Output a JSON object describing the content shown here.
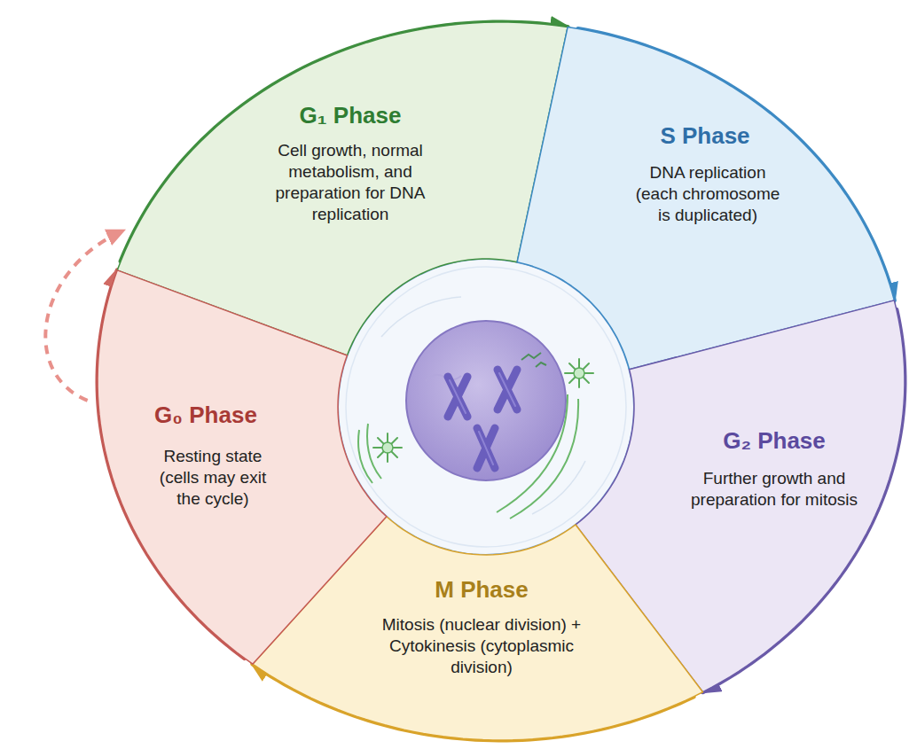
{
  "diagram": {
    "nodes": [
      {
        "text": [
          "G₁ Phase",
          "Cell growth, normal metabolism, and preparation for DNA replication"
        ]
      },
      {
        "text": [
          "S Phase",
          "DNA replication (each chromosome is duplicated)"
        ]
      },
      {
        "text": [
          "G₂ Phase",
          "Further growth and preparation for mitosis"
        ]
      },
      {
        "text": [
          "M Phase",
          "Mitosis (nuclear division) + Cytokinesis (cytoplasmic division)"
        ]
      },
      {
        "text": [
          "G₀ Phase",
          "Resting state (cells may exit the cycle)"
        ]
      }
    ],
    "edges": [
      {
        "from": 0,
        "to": 1,
        "arrow": "to"
      },
      {
        "from": 1,
        "to": 2,
        "arrow": "to"
      },
      {
        "from": 2,
        "to": 3,
        "arrow": "to"
      },
      {
        "from": 3,
        "to": 4,
        "arrow": "to"
      },
      {
        "from": 4,
        "to": 0,
        "arrow": "to"
      },
      {
        "from": 4,
        "to": 0,
        "arrow": "to"
      }
    ]
  }
}
